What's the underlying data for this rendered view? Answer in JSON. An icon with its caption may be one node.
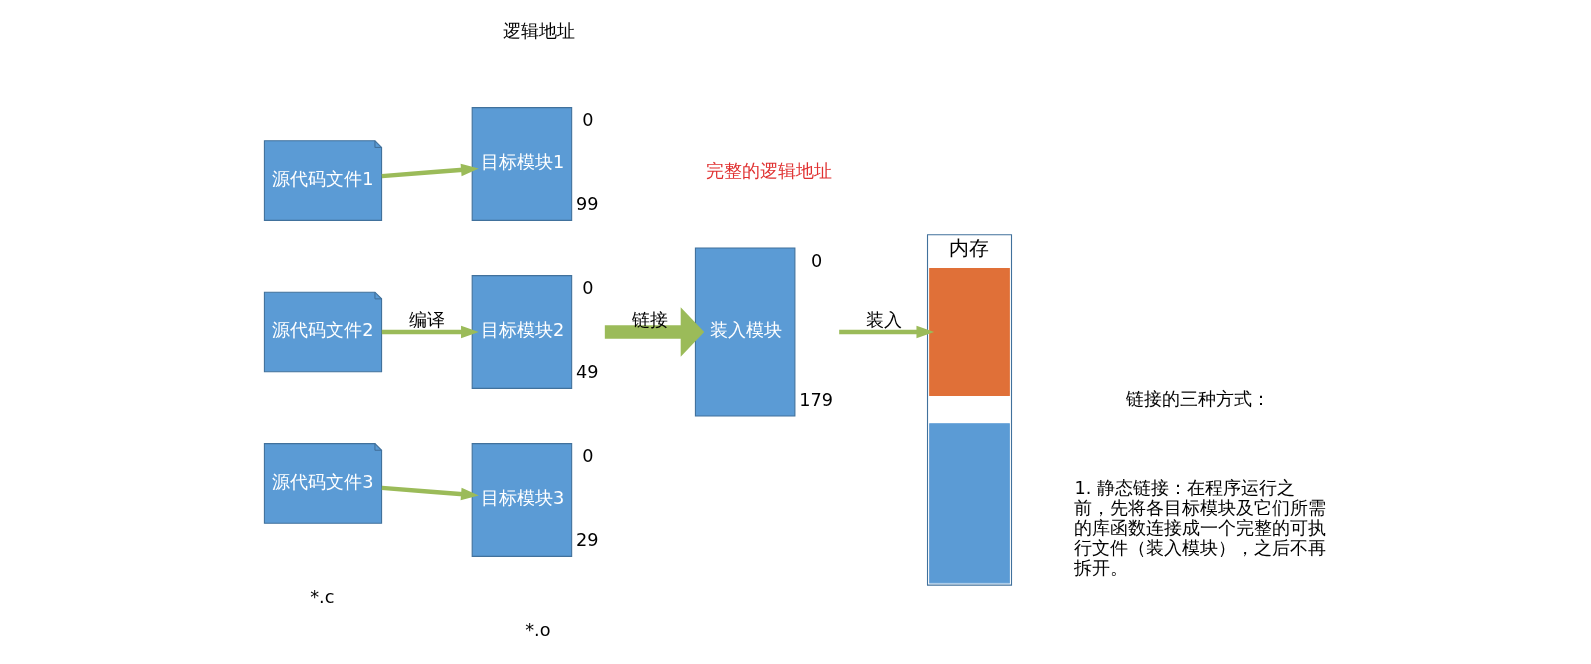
{
  "diagram": {
    "nodes": [
      {
        "text": [
          "源代码文件1"
        ]
      },
      {
        "text": [
          "源代码文件2"
        ]
      },
      {
        "text": [
          "源代码文件3"
        ]
      },
      {
        "text": [
          "目标模块1"
        ],
        "beside": [
          "0",
          "99"
        ]
      },
      {
        "text": [
          "目标模块2"
        ],
        "beside": [
          "0",
          "49"
        ]
      },
      {
        "text": [
          "目标模块3"
        ],
        "beside": [
          "0",
          "29"
        ]
      },
      {
        "text": [
          "装入模块"
        ],
        "beside": [
          "0",
          "179"
        ]
      },
      {
        "text": [
          "内存"
        ]
      },
      {
        "text": [],
        "shape": "box",
        "in": 7
      },
      {
        "text": [],
        "shape": "box",
        "in": 7
      }
    ],
    "edges": [
      {
        "from": 0,
        "to": 3,
        "arrow": "to"
      },
      {
        "from": 1,
        "to": 4,
        "label": "编译",
        "arrow": "to"
      },
      {
        "from": 2,
        "to": 5,
        "arrow": "to"
      },
      {
        "from": 4,
        "to": 6,
        "label": "链接",
        "arrow": "to",
        "style": "thick"
      },
      {
        "from": 6,
        "to": 7,
        "label": "装入",
        "arrow": "to"
      }
    ],
    "labels": [
      "逻辑地址",
      "完整的逻辑地址",
      "*.c",
      "*.o",
      "链接的三种方式：",
      "1. 静态链接：在程序运行之前，先将各目标模块及它们所需的库函数连接成一个完整的可执行文件（装入模块），之后不再拆开。"
    ]
  }
}
